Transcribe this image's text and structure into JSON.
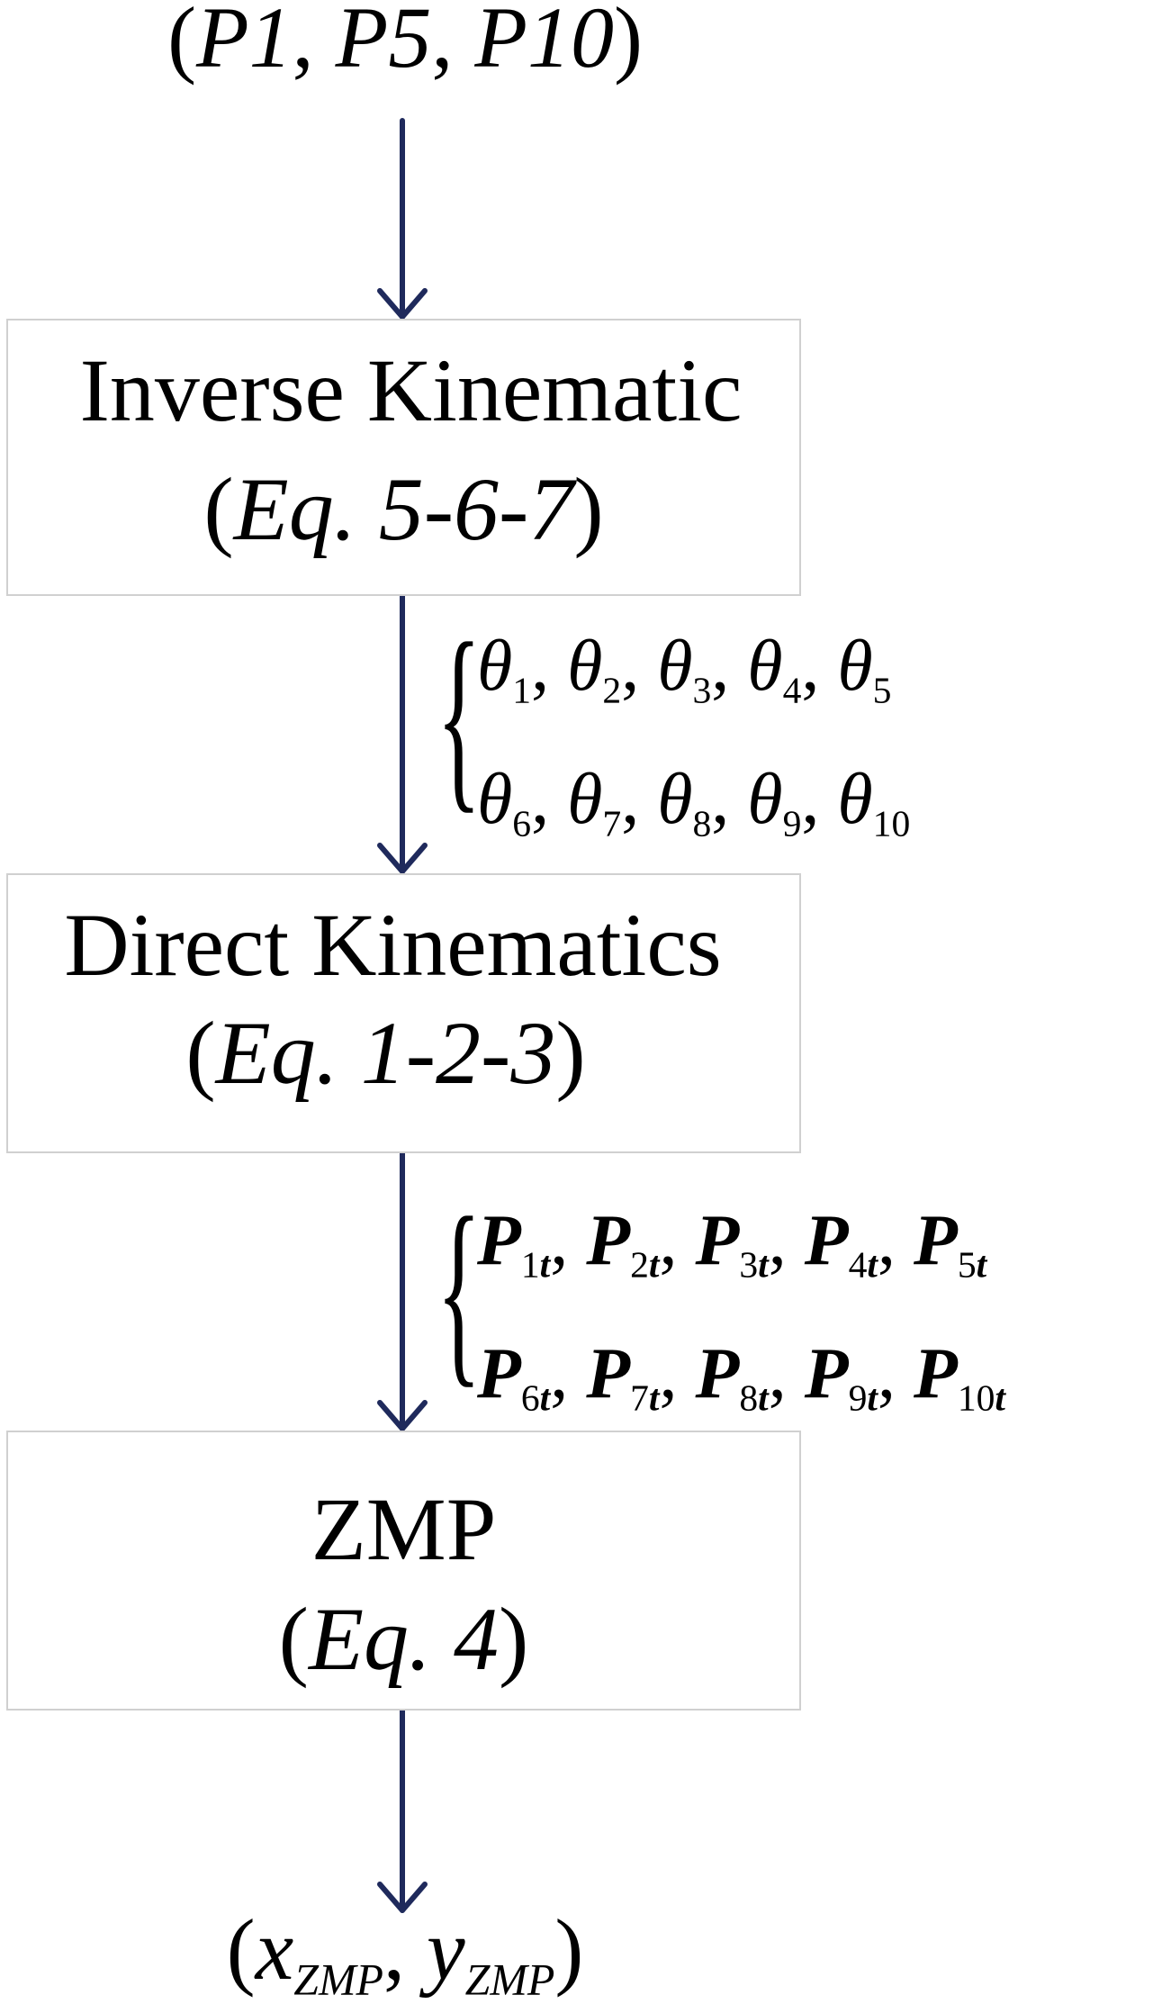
{
  "input": {
    "open": "(",
    "p1": "P1",
    "p5": "P5",
    "p10": "P10",
    "sep": ", ",
    "close": ")"
  },
  "boxes": [
    {
      "title": "Inverse Kinematic",
      "eq_open": "(",
      "eq": "Eq. 5-6-7",
      "eq_close": ")"
    },
    {
      "title": "Direct Kinematics",
      "eq_open": "(",
      "eq": "Eq. 1-2-3",
      "eq_close": ")"
    },
    {
      "title": "ZMP",
      "eq_open": "(",
      "eq": "Eq. 4",
      "eq_close": ")"
    }
  ],
  "theta_set": {
    "symbol": "θ",
    "row1": [
      "1",
      "2",
      "3",
      "4",
      "5"
    ],
    "row2": [
      "6",
      "7",
      "8",
      "9",
      "10"
    ]
  },
  "position_set": {
    "symbol": "P",
    "suffix": "t",
    "row1": [
      "1",
      "2",
      "3",
      "4",
      "5"
    ],
    "row2": [
      "6",
      "7",
      "8",
      "9",
      "10"
    ]
  },
  "output": {
    "open": "(",
    "x": "x",
    "y": "y",
    "sub": "ZMP",
    "sep": ", ",
    "close": ")"
  },
  "colors": {
    "arrow": "#1f2a5c",
    "box_border": "#d0d0d0"
  }
}
